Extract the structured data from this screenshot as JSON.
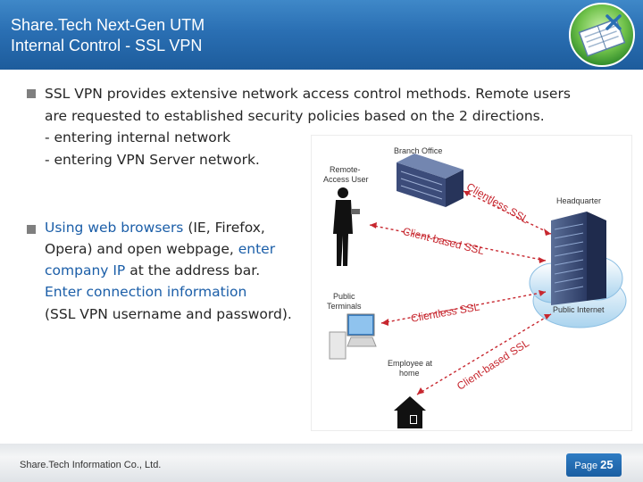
{
  "header": {
    "title_line1": "Share.Tech Next-Gen UTM",
    "title_line2": "Internal Control - SSL VPN"
  },
  "bullet1": {
    "line1": "SSL VPN provides extensive network access control methods. Remote users",
    "line2": "are requested to established security policies based on the 2 directions.",
    "line3": "- entering internal network",
    "line4": "- entering VPN Server network."
  },
  "bullet2": {
    "line1_hl": "Using web browsers",
    "line1_rest": " (IE, Firefox,",
    "line2_start": "Opera) and open webpage, ",
    "line2_hl": "enter",
    "line3_hl": "company IP",
    "line3_rest": " at the address bar.",
    "line4_hl": "Enter connection information",
    "line5": "(SSL VPN username and password)."
  },
  "diagram": {
    "branch_office": "Branch Office",
    "remote_access_user_1": "Remote-",
    "remote_access_user_2": "Access User",
    "headquarter": "Headquarter",
    "public_terminals_1": "Public",
    "public_terminals_2": "Terminals",
    "public_internet": "Public Internet",
    "employee_home_1": "Employee at",
    "employee_home_2": "home",
    "link_clientless_1": "Clientless SSL",
    "link_client_based_1": "Client-based SSL",
    "link_clientless_2": "Clientless SSL",
    "link_client_based_2": "Client-based SSL"
  },
  "footer": {
    "company": "Share.Tech Information Co., Ltd.",
    "page_label": "Page",
    "page_number": "25"
  },
  "colors": {
    "header_blue": "#2a6fb3",
    "highlight_blue": "#1b5ea8",
    "link_red": "#c7272f"
  }
}
